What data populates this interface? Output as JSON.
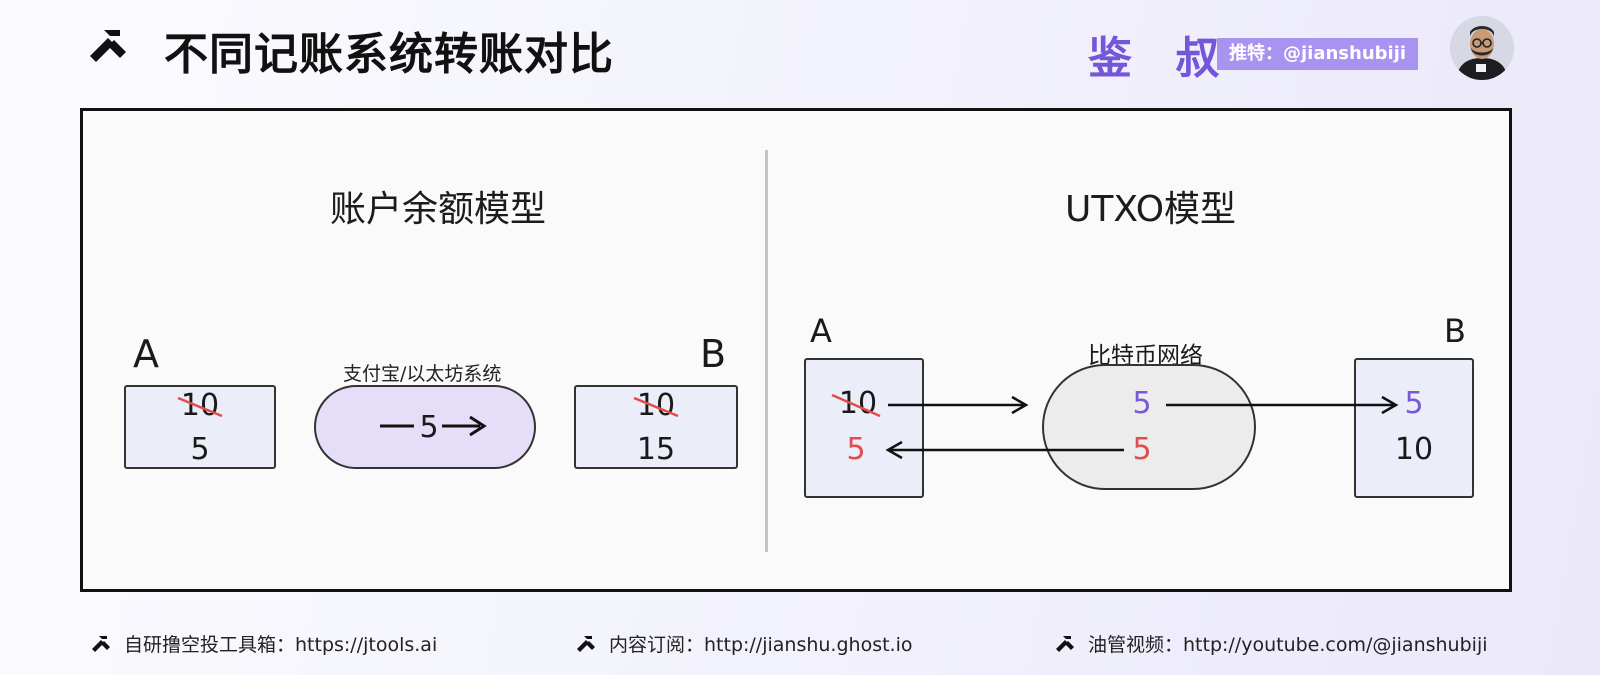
{
  "header": {
    "title": "不同记账系统转账对比",
    "section_tag": "鉴 叔",
    "twitter_badge": "推特：@jianshubiji",
    "logo_icon": "jtools-logo-icon",
    "avatar_icon": "avatar-portrait"
  },
  "left_panel": {
    "title": "账户余额模型",
    "account_a": {
      "label": "A",
      "old_value": "10",
      "new_value": "5"
    },
    "system": {
      "label": "支付宝/以太坊系统",
      "flow_value": "5"
    },
    "account_b": {
      "label": "B",
      "old_value": "10",
      "new_value": "15"
    }
  },
  "right_panel": {
    "title": "UTXO模型",
    "account_a": {
      "label": "A",
      "spent_value": "10",
      "change_value": "5"
    },
    "network": {
      "label": "比特币网络",
      "out_value": "5",
      "change_value": "5"
    },
    "account_b": {
      "label": "B",
      "received_value": "5",
      "existing_value": "10"
    }
  },
  "footer": {
    "tool_label": "自研撸空投工具箱：https://jtools.ai",
    "subscribe_label": "内容订阅：http://jianshu.ghost.io",
    "youtube_label": "油管视频：http://youtube.com/@jianshubiji"
  },
  "colors": {
    "accent_purple": "#7357d8",
    "badge_bg": "#a893f0",
    "strike_red": "#e04d4d",
    "value_purple": "#7a59d9",
    "box_fill": "#ebeef8",
    "pill_fill": "#e6def8",
    "network_fill": "#ececed"
  }
}
